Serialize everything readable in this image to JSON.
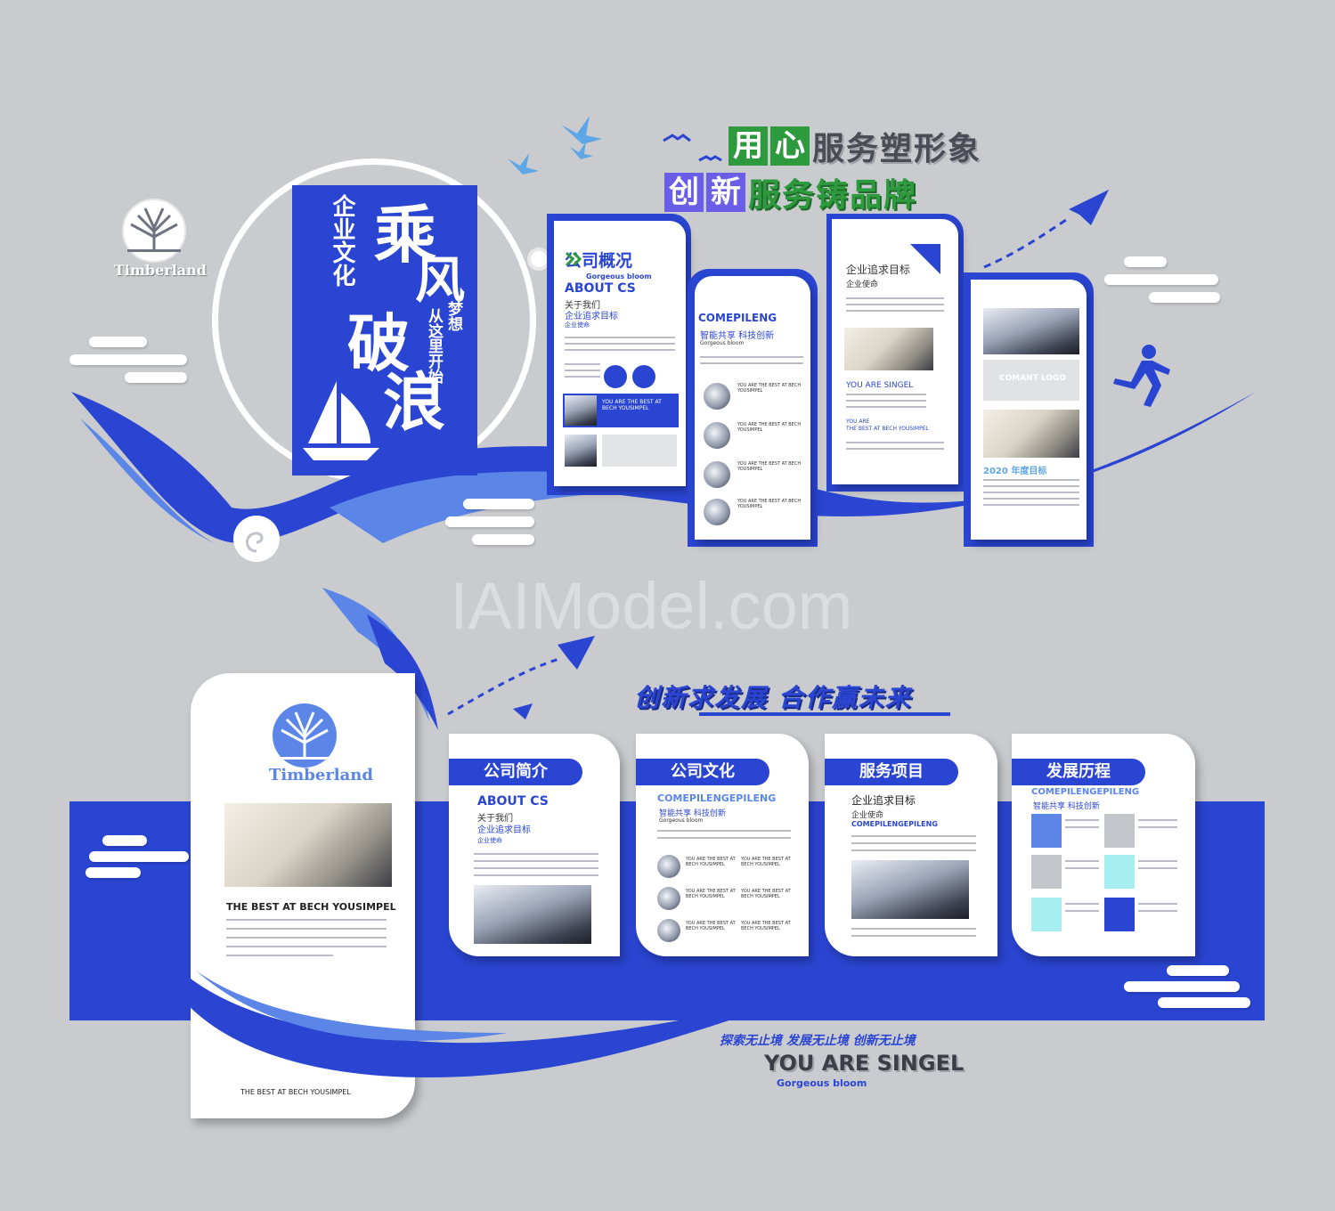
{
  "slogan": {
    "line1_highlight_a": "用",
    "line1_highlight_b": "心",
    "line1_rest": "服务塑形象",
    "line2_highlight_a": "创",
    "line2_highlight_b": "新",
    "line2_rest": "服务铸品牌"
  },
  "brand": {
    "name": "Timberland"
  },
  "culture_banner": {
    "vertical_label": "企业文化",
    "calligraphy": [
      "乘",
      "风",
      "破",
      "浪"
    ],
    "dream_a": "梦想",
    "dream_b": "从这里开始"
  },
  "upper_panels": [
    {
      "title": "公司概况",
      "subtitle": "Gorgeous bloom",
      "heading": "ABOUT CS",
      "l1": "关于我们",
      "l2": "企业追求目标",
      "l3": "企业使命",
      "caption": "YOU ARE THE BEST AT BECH YOUSIMPEL"
    },
    {
      "heading": "COMEPILENG",
      "l1": "智能共享 科技创新",
      "l2": "Gorgeous bloom",
      "item": "YOU ARE THE BEST AT BECH YOUSIMPEL"
    },
    {
      "heading": "企业追求目标",
      "l1": "企业使命",
      "l2": "YOU ARE SINGEL",
      "l3": "YOU ARE",
      "l4": "THE BEST AT BECH YOUSIMPEL"
    },
    {
      "heading": "COMANT LOGO",
      "l1": "2020 年度目标"
    }
  ],
  "watermark": "IAIModel.com",
  "lower_slogan": "创新求发展 合作赢未来",
  "left_panel": {
    "brand": "Timberland",
    "heading": "THE BEST AT BECH YOUSIMPEL",
    "footer": "THE BEST AT BECH YOUSIMPEL"
  },
  "lower_panels": [
    {
      "tab": "公司简介",
      "heading": "ABOUT CS",
      "l1": "关于我们",
      "l2": "企业追求目标",
      "l3": "企业使命"
    },
    {
      "tab": "公司文化",
      "heading": "COMEPILENGEPILENG",
      "l1": "智能共享 科技创新",
      "l2": "Gorgeous bloom",
      "item": "YOU ARE THE BEST AT BECH YOUSIMPEL"
    },
    {
      "tab": "服务项目",
      "heading": "企业追求目标",
      "l1": "企业使命",
      "l2": "COMEPILENGEPILENG"
    },
    {
      "tab": "发展历程",
      "heading": "COMEPILENGEPILENG",
      "l1": "智能共享 科技创新"
    }
  ],
  "bottom": {
    "tagline": "探索无止境 发展无止境 创新无止境",
    "title": "YOU ARE SINGEL",
    "subtitle": "Gorgeous bloom"
  },
  "colors": {
    "primary": "#2a45d2",
    "light_blue": "#5b86e8",
    "sky": "#5ea6e6",
    "green": "#2e9a3e",
    "purple": "#6a5ee8",
    "background": "#c9cbcf"
  }
}
